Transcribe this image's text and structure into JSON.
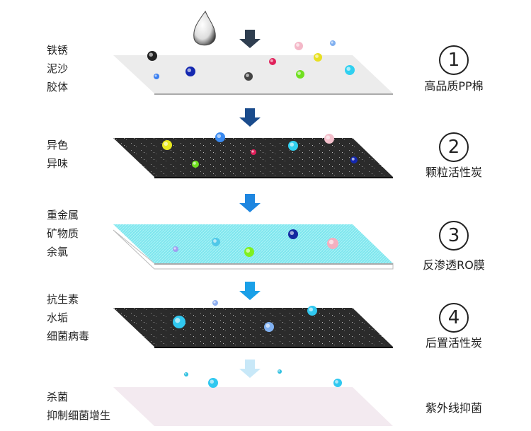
{
  "stages": [
    {
      "number": "1",
      "name": "高品质PP棉",
      "removes": [
        "铁锈",
        "泥沙",
        "胶体"
      ]
    },
    {
      "number": "2",
      "name": "颗粒活性炭",
      "removes": [
        "异色",
        "异味"
      ]
    },
    {
      "number": "3",
      "name": "反渗透RO膜",
      "removes": [
        "重金属",
        "矿物质",
        "余氯"
      ]
    },
    {
      "number": "4",
      "name": "后置活性炭",
      "removes": [
        "抗生素",
        "水垢",
        "细菌病毒"
      ]
    },
    {
      "number": "",
      "name": "紫外线抑菌",
      "removes": [
        "杀菌",
        "抑制细菌增生"
      ]
    }
  ],
  "colors": {
    "pp": "#ececec",
    "carbon": "#2a2a2a",
    "ro": "#7fe6ee",
    "uv": "#f3eaf0"
  }
}
